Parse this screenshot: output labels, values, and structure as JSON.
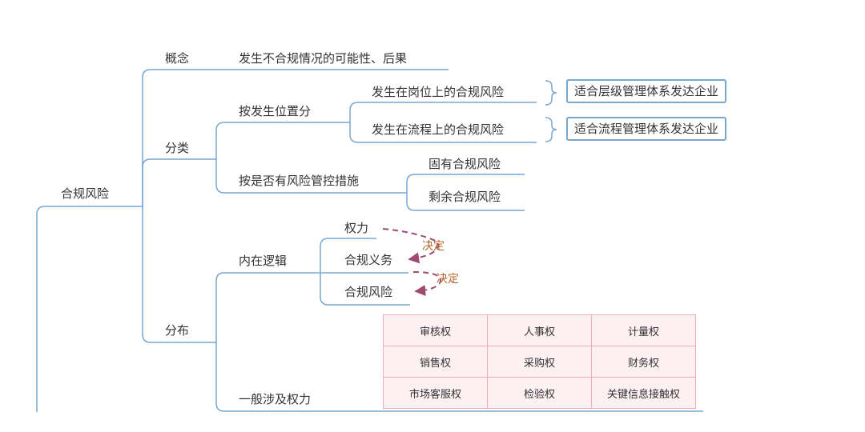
{
  "root": "合规风险",
  "concept": {
    "label": "概念",
    "definition": "发生不合规情况的可能性、后果"
  },
  "classification": {
    "label": "分类",
    "by_location": {
      "label": "按发生位置分",
      "items": [
        {
          "label": "发生在岗位上的合规风险",
          "note": "适合层级管理体系发达企业"
        },
        {
          "label": "发生在流程上的合规风险",
          "note": "适合流程管理体系发达企业"
        }
      ]
    },
    "by_control": {
      "label": "按是否有风险管控措施",
      "items": [
        "固有合规风险",
        "剩余合规风险"
      ]
    }
  },
  "distribution": {
    "label": "分布",
    "logic": {
      "label": "内在逻辑",
      "items": [
        "权力",
        "合规义务",
        "合规风险"
      ],
      "relation": "决定"
    },
    "powers": {
      "label": "一般涉及权力",
      "table": [
        [
          "审核权",
          "人事权",
          "计量权"
        ],
        [
          "销售权",
          "采购权",
          "财务权"
        ],
        [
          "市场客服权",
          "检验权",
          "关键信息接触权"
        ]
      ]
    }
  },
  "colors": {
    "line": "#7aa7cf",
    "arrow": "#a04a72",
    "relation_text": "#b5652b",
    "table_border": "#f2a9b8",
    "table_fill": "#fdf0f3"
  }
}
